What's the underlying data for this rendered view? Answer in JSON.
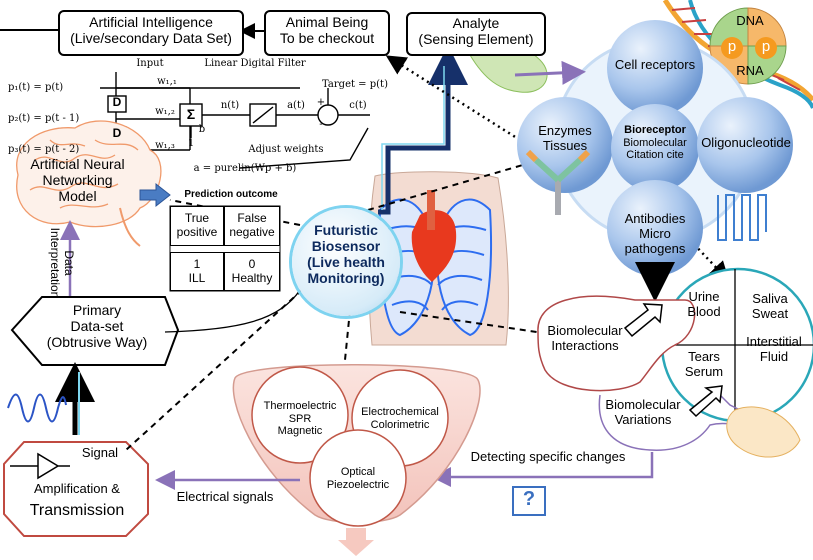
{
  "ai_box": {
    "line1": "Artificial Intelligence",
    "line2": "(Live/secondary  Data Set)"
  },
  "animal_box": {
    "line1": "Animal Being",
    "line2": "To be checkout"
  },
  "analyte_box": {
    "line1": "Analyte",
    "line2": "(Sensing Element)"
  },
  "filter": {
    "input": "Input",
    "linear": "Linear   Digital Filter",
    "p1": "p₁(t) = p(t)",
    "p2": "p₂(t) = p(t - 1)",
    "p3": "p₃(t) = p(t - 2)",
    "d": "D",
    "sigma": "Σ",
    "w11": "w₁,₁",
    "w12": "w₁,₂",
    "w13": "w₁,₃",
    "b": "b",
    "one": "1",
    "n": "n(t)",
    "a": "a(t)",
    "c": "c(t)",
    "target": "Target = p(t)",
    "adjust": "Adjust weights",
    "formula": "a = purelin(Wp + b)",
    "plus": "+",
    "minus": "-"
  },
  "ann": {
    "line1": "Artificial Neural",
    "line2": "Networking",
    "line3": "Model"
  },
  "prediction": {
    "title": "Prediction outcome",
    "cells": [
      {
        "l1": "True",
        "l2": "positive"
      },
      {
        "l1": "False",
        "l2": "negative"
      },
      {
        "l1": "1",
        "l2": "ILL"
      },
      {
        "l1": "0",
        "l2": "Healthy"
      }
    ]
  },
  "data_interp": {
    "line1": "Data",
    "line2": "Interpretation"
  },
  "primary": {
    "line1": "Primary",
    "line2": "Data-set",
    "line3": "(Obtrusive Way)"
  },
  "futuristic": {
    "line1": "Futuristic",
    "line2": "Biosensor",
    "line3": "(Live health",
    "line4": "Monitoring)"
  },
  "bio": {
    "dna": "DNA",
    "rna": "RNA",
    "p": "p",
    "cell_receptors": "Cell receptors",
    "enzymes": {
      "l1": "Enzymes",
      "l2": "Tissues"
    },
    "bioreceptor": {
      "l1": "Bioreceptor",
      "l2": "Biomolecular",
      "l3": "Citation cite"
    },
    "oligo": "Oligonucleotide",
    "antibodies": {
      "l1": "Antibodies",
      "l2": "Micro pathogens"
    }
  },
  "fluids": {
    "urine": {
      "l1": "Urine",
      "l2": "Blood"
    },
    "saliva": {
      "l1": "Saliva",
      "l2": "Sweat"
    },
    "tears": {
      "l1": "Tears",
      "l2": "Serum"
    },
    "interstitial": {
      "l1": "Interstitial",
      "l2": "Fluid"
    }
  },
  "interactions": {
    "l1": "Biomolecular",
    "l2": "Interactions"
  },
  "variations": {
    "l1": "Biomolecular",
    "l2": "Variations"
  },
  "funnel": {
    "c1": {
      "l1": "Thermoelectric",
      "l2": "SPR",
      "l3": "Magnetic"
    },
    "c2": {
      "l1": "Electrochemical",
      "l2": "Colorimetric"
    },
    "c3": {
      "l1": "Optical",
      "l2": "Piezoelectric"
    }
  },
  "detecting": "Detecting specific changes",
  "question": "?",
  "signal": {
    "l1": "Signal",
    "l2": "Amplification &",
    "l3": "Transmission"
  },
  "electrical": "Electrical signals",
  "colors": {
    "purple": "#8a72b8",
    "blue": "#1f5bd6",
    "navy": "#16306a",
    "red_border": "#c04a40",
    "sphere": "#9fbfe8",
    "heart": "#e8391e"
  }
}
